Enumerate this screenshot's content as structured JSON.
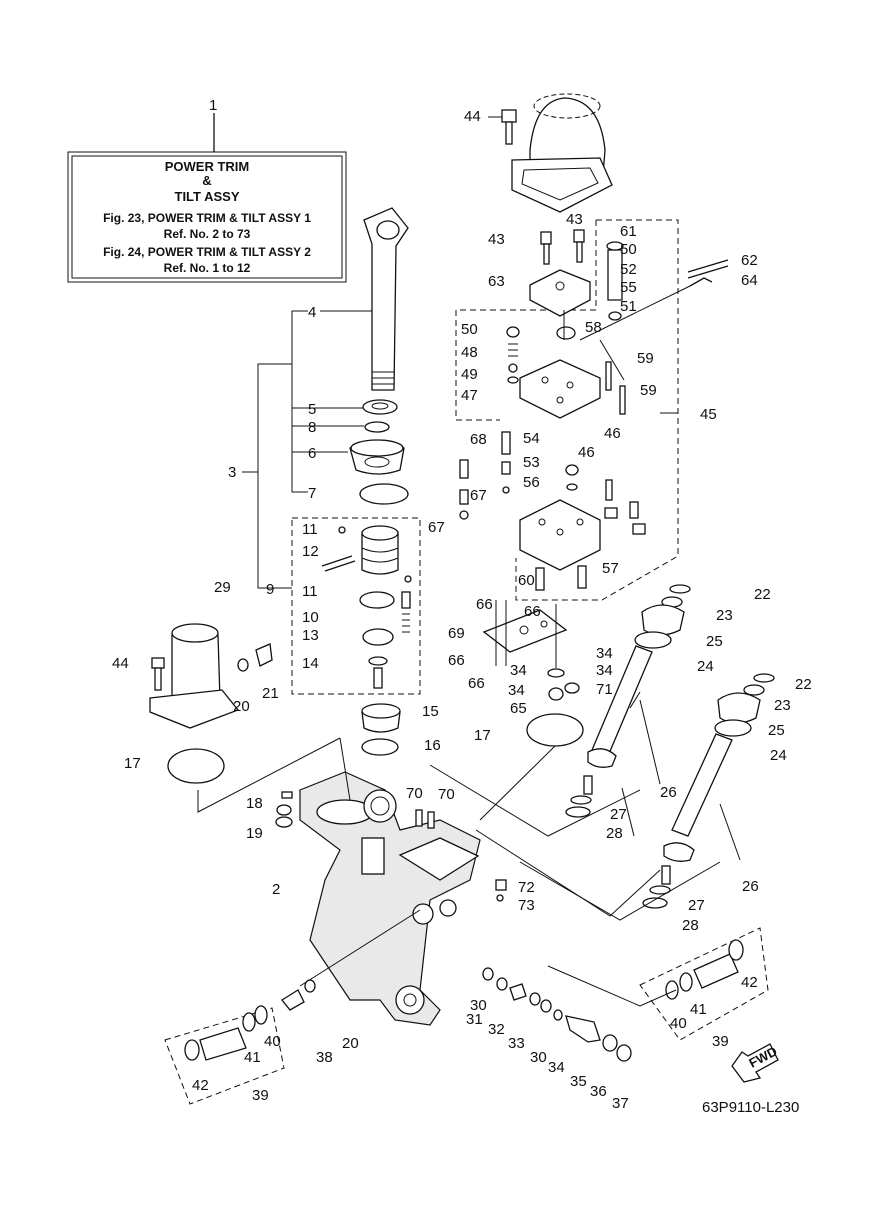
{
  "info_box": {
    "line1": "POWER TRIM",
    "line2": "&",
    "line3": "TILT ASSY",
    "line4": "Fig. 23, POWER TRIM & TILT ASSY 1",
    "line5": "Ref. No. 2 to 73",
    "line6": "Fig. 24, POWER TRIM & TILT ASSY 2",
    "line7": "Ref. No. 1 to 12"
  },
  "fwd_label": "FWD",
  "figure_code": "63P9110-L230",
  "labels": [
    {
      "id": "l1",
      "text": "1"
    },
    {
      "id": "l44a",
      "text": "44"
    },
    {
      "id": "l43a",
      "text": "43"
    },
    {
      "id": "l43b",
      "text": "43"
    },
    {
      "id": "l61",
      "text": "61"
    },
    {
      "id": "l50a",
      "text": "50"
    },
    {
      "id": "l52",
      "text": "52"
    },
    {
      "id": "l55",
      "text": "55"
    },
    {
      "id": "l51",
      "text": "51"
    },
    {
      "id": "l62",
      "text": "62"
    },
    {
      "id": "l64",
      "text": "64"
    },
    {
      "id": "l63",
      "text": "63"
    },
    {
      "id": "l4",
      "text": "4"
    },
    {
      "id": "l50b",
      "text": "50"
    },
    {
      "id": "l58",
      "text": "58"
    },
    {
      "id": "l48",
      "text": "48"
    },
    {
      "id": "l59a",
      "text": "59"
    },
    {
      "id": "l49",
      "text": "49"
    },
    {
      "id": "l59b",
      "text": "59"
    },
    {
      "id": "l47",
      "text": "47"
    },
    {
      "id": "l5",
      "text": "5"
    },
    {
      "id": "l45",
      "text": "45"
    },
    {
      "id": "l8",
      "text": "8"
    },
    {
      "id": "l46a",
      "text": "46"
    },
    {
      "id": "l3",
      "text": "3"
    },
    {
      "id": "l6",
      "text": "6"
    },
    {
      "id": "l68",
      "text": "68"
    },
    {
      "id": "l54",
      "text": "54"
    },
    {
      "id": "l46b",
      "text": "46"
    },
    {
      "id": "l53",
      "text": "53"
    },
    {
      "id": "l7",
      "text": "7"
    },
    {
      "id": "l67a",
      "text": "67"
    },
    {
      "id": "l56",
      "text": "56"
    },
    {
      "id": "l11a",
      "text": "11"
    },
    {
      "id": "l67b",
      "text": "67"
    },
    {
      "id": "l12",
      "text": "12"
    },
    {
      "id": "l57",
      "text": "57"
    },
    {
      "id": "l29",
      "text": "29"
    },
    {
      "id": "l60",
      "text": "60"
    },
    {
      "id": "l9",
      "text": "9"
    },
    {
      "id": "l11b",
      "text": "11"
    },
    {
      "id": "l22a",
      "text": "22"
    },
    {
      "id": "l23a",
      "text": "23"
    },
    {
      "id": "l66a",
      "text": "66"
    },
    {
      "id": "l66b",
      "text": "66"
    },
    {
      "id": "l10",
      "text": "10"
    },
    {
      "id": "l25a",
      "text": "25"
    },
    {
      "id": "l13",
      "text": "13"
    },
    {
      "id": "l69",
      "text": "69"
    },
    {
      "id": "l24a",
      "text": "24"
    },
    {
      "id": "l34a",
      "text": "34"
    },
    {
      "id": "l66c",
      "text": "66"
    },
    {
      "id": "l34b",
      "text": "34"
    },
    {
      "id": "l34c",
      "text": "34"
    },
    {
      "id": "l14",
      "text": "14"
    },
    {
      "id": "l44b",
      "text": "44"
    },
    {
      "id": "l22b",
      "text": "22"
    },
    {
      "id": "l71",
      "text": "71"
    },
    {
      "id": "l66d",
      "text": "66"
    },
    {
      "id": "l21",
      "text": "21"
    },
    {
      "id": "l34d",
      "text": "34"
    },
    {
      "id": "l23b",
      "text": "23"
    },
    {
      "id": "l20a",
      "text": "20"
    },
    {
      "id": "l65",
      "text": "65"
    },
    {
      "id": "l15",
      "text": "15"
    },
    {
      "id": "l25b",
      "text": "25"
    },
    {
      "id": "l17a",
      "text": "17"
    },
    {
      "id": "l17b",
      "text": "17"
    },
    {
      "id": "l16",
      "text": "16"
    },
    {
      "id": "l24b",
      "text": "24"
    },
    {
      "id": "l26a",
      "text": "26"
    },
    {
      "id": "l18",
      "text": "18"
    },
    {
      "id": "l70a",
      "text": "70"
    },
    {
      "id": "l70b",
      "text": "70"
    },
    {
      "id": "l27a",
      "text": "27"
    },
    {
      "id": "l19",
      "text": "19"
    },
    {
      "id": "l28a",
      "text": "28"
    },
    {
      "id": "l26b",
      "text": "26"
    },
    {
      "id": "l2",
      "text": "2"
    },
    {
      "id": "l72",
      "text": "72"
    },
    {
      "id": "l73",
      "text": "73"
    },
    {
      "id": "l27b",
      "text": "27"
    },
    {
      "id": "l28b",
      "text": "28"
    },
    {
      "id": "l42a",
      "text": "42"
    },
    {
      "id": "l30a",
      "text": "30"
    },
    {
      "id": "l41a",
      "text": "41"
    },
    {
      "id": "l31",
      "text": "31"
    },
    {
      "id": "l40a",
      "text": "40"
    },
    {
      "id": "l32",
      "text": "32"
    },
    {
      "id": "l39a",
      "text": "39"
    },
    {
      "id": "l40b",
      "text": "40"
    },
    {
      "id": "l33",
      "text": "33"
    },
    {
      "id": "l20b",
      "text": "20"
    },
    {
      "id": "l30b",
      "text": "30"
    },
    {
      "id": "l38",
      "text": "38"
    },
    {
      "id": "l41b",
      "text": "41"
    },
    {
      "id": "l34e",
      "text": "34"
    },
    {
      "id": "l35",
      "text": "35"
    },
    {
      "id": "l42b",
      "text": "42"
    },
    {
      "id": "l36",
      "text": "36"
    },
    {
      "id": "l37",
      "text": "37"
    },
    {
      "id": "l39b",
      "text": "39"
    }
  ]
}
